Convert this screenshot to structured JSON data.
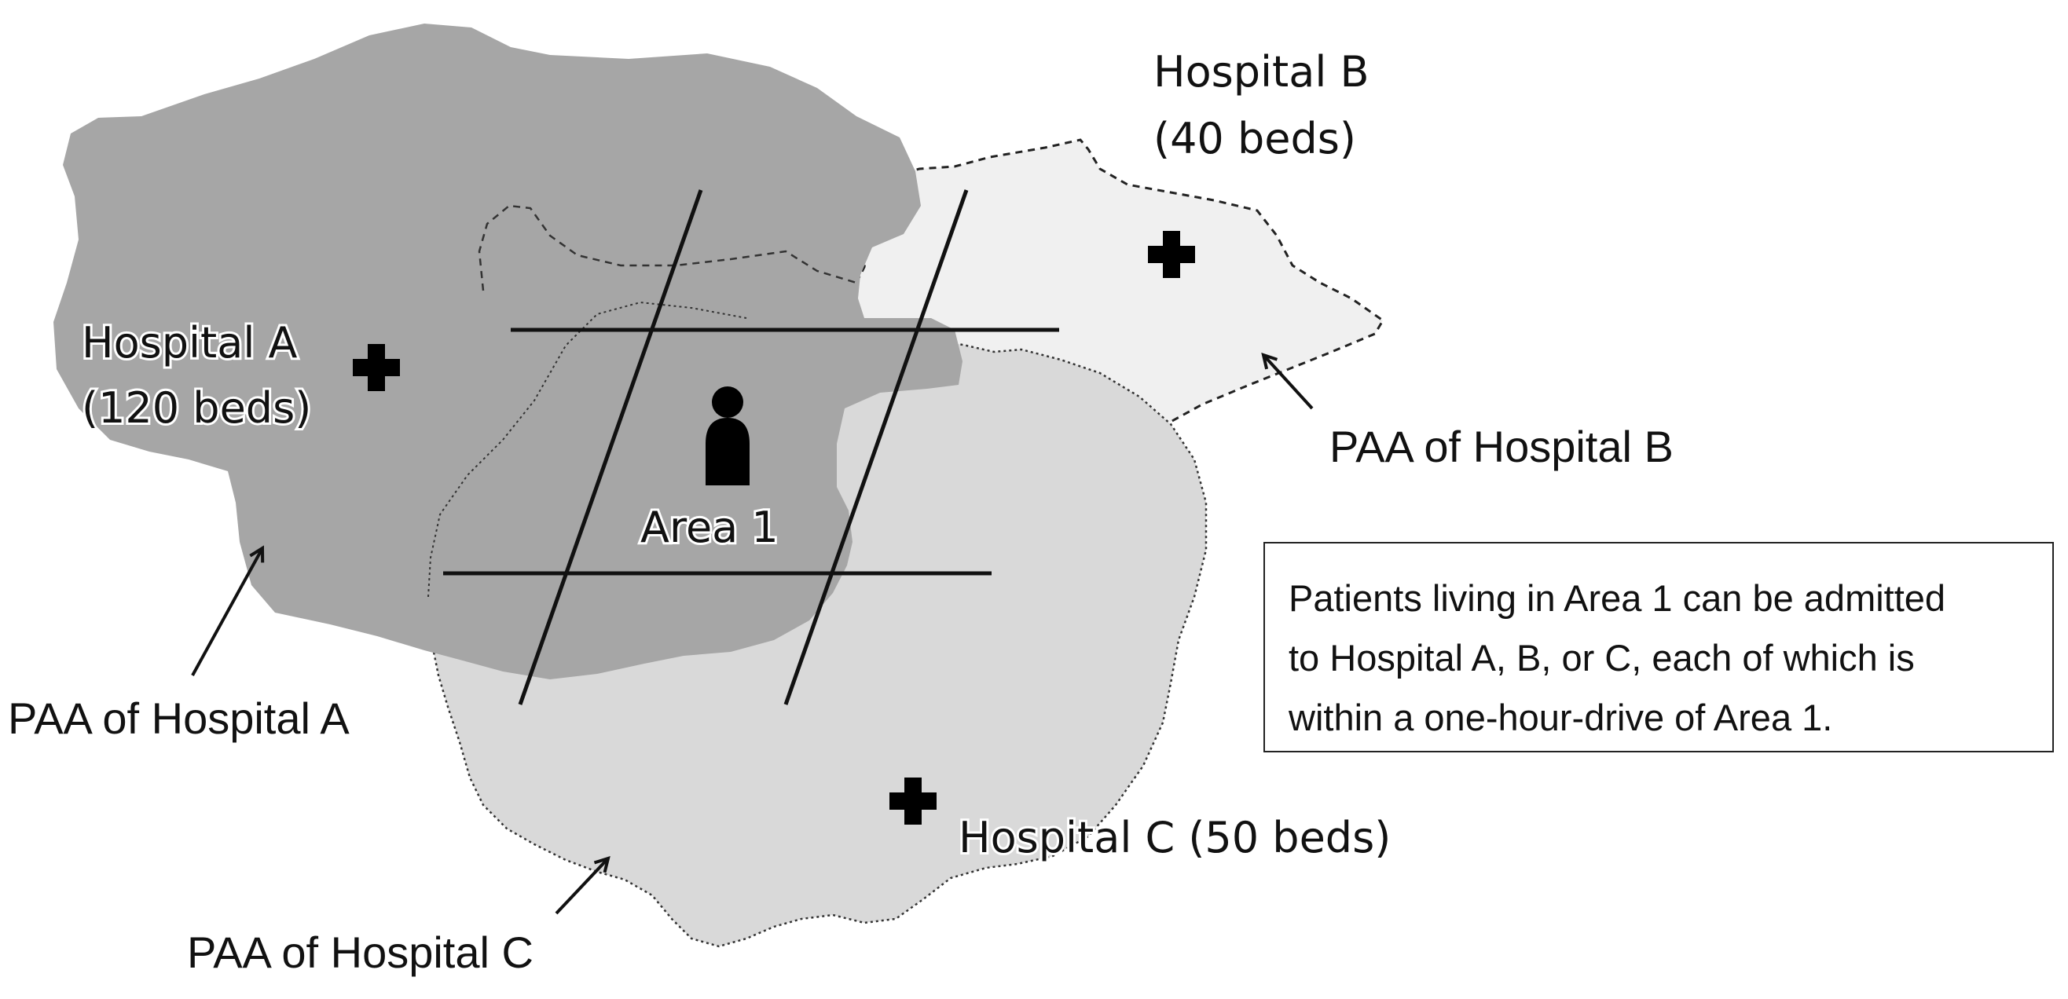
{
  "hospitals": {
    "a": {
      "name": "Hospital A",
      "beds": "(120 beds)",
      "paa_label": "PAA of Hospital A",
      "fill": "#a6a6a6"
    },
    "b": {
      "name": "Hospital B",
      "beds": "(40 beds)",
      "paa_label": "PAA of Hospital B",
      "fill": "#f0f0f0"
    },
    "c": {
      "label": "Hospital C (50 beds)",
      "paa_label": "PAA of Hospital C",
      "fill": "#d9d9d9"
    }
  },
  "area": {
    "label": "Area 1"
  },
  "icons": {
    "hospital": "hospital-cross-icon",
    "patient": "person-icon"
  },
  "note": {
    "lines": [
      "Patients living in Area 1 can be admitted",
      "to Hospital A, B, or C, each of which is",
      "within a one-hour-drive of Area 1."
    ]
  }
}
